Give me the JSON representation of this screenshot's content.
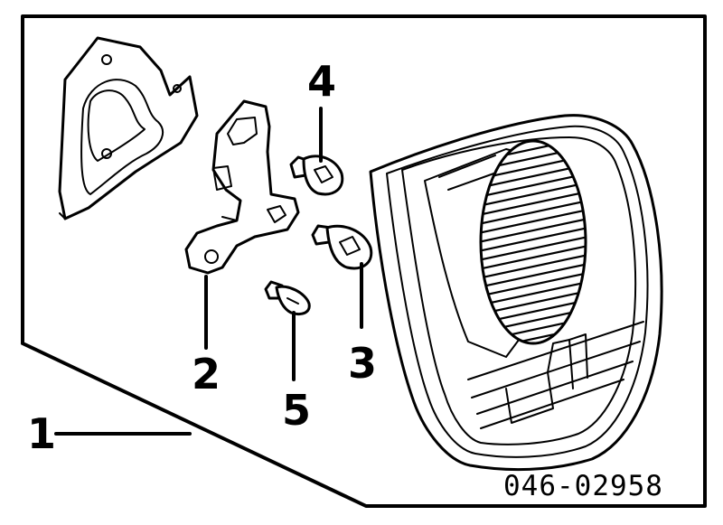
{
  "diagram": {
    "callouts": {
      "assembly": "1",
      "socket_plate": "2",
      "bulb_large_right": "3",
      "bulb_upper": "4",
      "bulb_small": "5"
    },
    "part_number": "046-02958",
    "colors": {
      "line": "#000000",
      "background": "#ffffff"
    }
  }
}
